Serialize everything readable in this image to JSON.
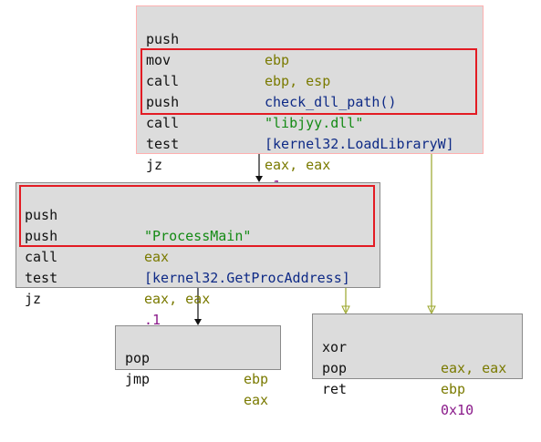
{
  "colors": {
    "mnemonic": "#111111",
    "register": "#7a7a00",
    "function": "#0e2a86",
    "string": "#148a14",
    "label": "#8a1a8a",
    "number": "#8a1a8a",
    "highlight": "#e31b23",
    "block_bg": "#dcdcdc",
    "edge_red_border": "#ffb0b0",
    "edge_conditional": "#9aa52a",
    "edge_unconditional": "#111111"
  },
  "blocks": {
    "top": {
      "lines": [
        {
          "mnem": "push",
          "op": "ebp",
          "kind": "register"
        },
        {
          "mnem": "mov",
          "op": "ebp, esp",
          "kind": "register"
        },
        {
          "mnem": "call",
          "op": "check_dll_path()",
          "kind": "function"
        },
        {
          "mnem": "push",
          "op": "\"libjyy.dll\"",
          "kind": "string"
        },
        {
          "mnem": "call",
          "op": "[kernel32.LoadLibraryW]",
          "kind": "function"
        },
        {
          "mnem": "test",
          "op": "eax, eax",
          "kind": "register"
        },
        {
          "mnem": "jz",
          "op": ".1",
          "kind": "label"
        }
      ]
    },
    "middle": {
      "lines": [
        {
          "mnem": "push",
          "op": "\"ProcessMain\"",
          "kind": "string"
        },
        {
          "mnem": "push",
          "op": "eax",
          "kind": "register"
        },
        {
          "mnem": "call",
          "op": "[kernel32.GetProcAddress]",
          "kind": "function"
        },
        {
          "mnem": "test",
          "op": "eax, eax",
          "kind": "register"
        },
        {
          "mnem": "jz",
          "op": ".1",
          "kind": "label"
        }
      ]
    },
    "bottom_left": {
      "lines": [
        {
          "mnem": "pop",
          "op": "ebp",
          "kind": "register"
        },
        {
          "mnem": "jmp",
          "op": "eax",
          "kind": "register"
        }
      ]
    },
    "bottom_right": {
      "lines": [
        {
          "mnem": "xor",
          "op": "eax, eax",
          "kind": "register"
        },
        {
          "mnem": "pop",
          "op": "ebp",
          "kind": "register"
        },
        {
          "mnem": "ret",
          "op": "0x10",
          "kind": "number"
        }
      ]
    }
  }
}
